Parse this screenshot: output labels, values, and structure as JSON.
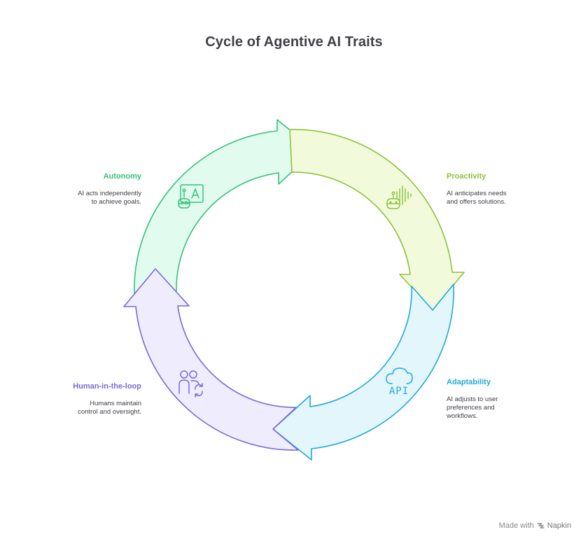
{
  "title": "Cycle of Agentive AI Traits",
  "traits": [
    {
      "name": "Autonomy",
      "description_lines": [
        "AI acts independently",
        "to achieve goals."
      ],
      "color": "#34c17c",
      "fill": "#e2fbef",
      "icon": "robot-with-chalkboard-icon"
    },
    {
      "name": "Proactivity",
      "description_lines": [
        "AI anticipates needs",
        "and offers solutions."
      ],
      "color": "#8fc13b",
      "fill": "#f1fbdc",
      "icon": "robot-with-soundwave-icon"
    },
    {
      "name": "Adaptability",
      "description_lines": [
        "AI adjusts to user",
        "preferences and",
        "workflows."
      ],
      "color": "#20a9d6",
      "fill": "#e3f6fc",
      "icon": "cloud-api-icon",
      "icon_text": "API"
    },
    {
      "name": "Human-in-the-loop",
      "description_lines": [
        "Humans maintain",
        "control and oversight."
      ],
      "color": "#7b68d8",
      "fill": "#efedfd",
      "icon": "people-refresh-icon"
    }
  ],
  "footer": {
    "prefix": "Made with",
    "brand": "Napkin"
  }
}
